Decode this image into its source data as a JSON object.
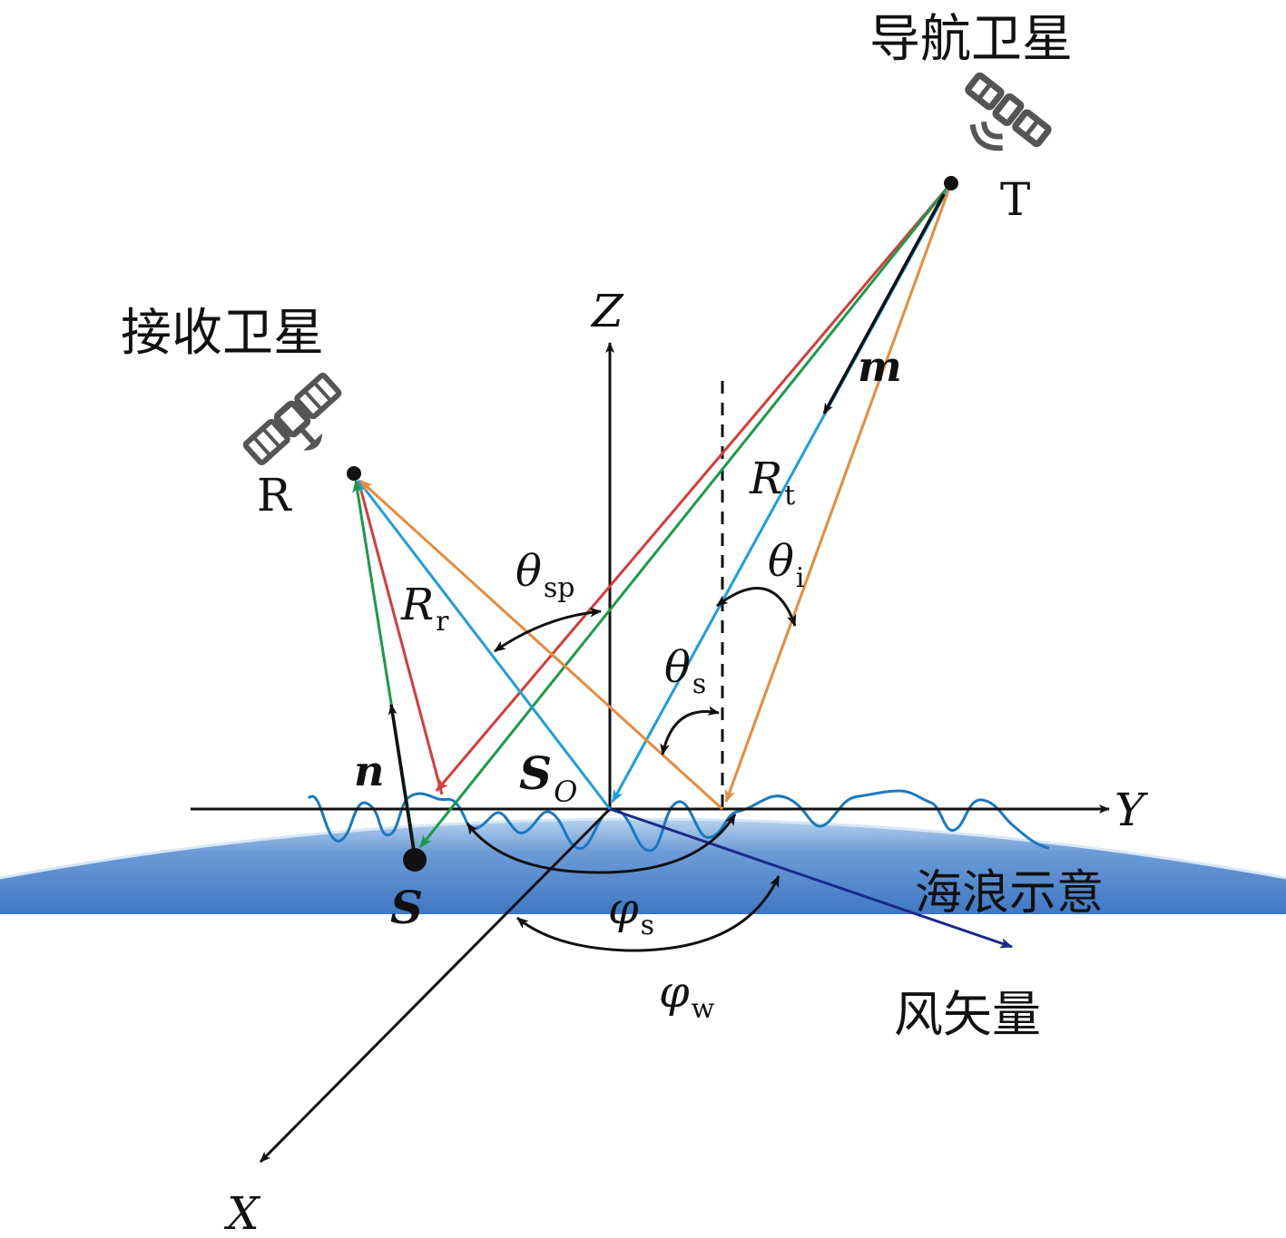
{
  "labels": {
    "nav_satellite": "导航卫星",
    "recv_satellite": "接收卫星",
    "wave_hint": "海浪示意",
    "wind_vector": "风矢量",
    "point_T": "T",
    "point_R": "R",
    "axis_z": "Z",
    "axis_y": "Y",
    "axis_x": "X",
    "vec_m": "m",
    "vec_n": "n",
    "point_S": "S",
    "point_SO_main": "S",
    "point_SO_sub": "O",
    "Rt_main": "R",
    "Rt_sub": "t",
    "Rr_main": "R",
    "Rr_sub": "r",
    "theta_i_main": "θ",
    "theta_i_sub": "i",
    "theta_s_main": "θ",
    "theta_s_sub": "s",
    "theta_sp_main": "θ",
    "theta_sp_sub": "sp",
    "phi_s_main": "φ",
    "phi_s_sub": "s",
    "phi_w_main": "φ",
    "phi_w_sub": "w"
  },
  "colors": {
    "red": "#d93a3a",
    "green": "#1a9a4a",
    "cyan": "#1aa0e0",
    "orange": "#ea8a3c",
    "wave": "#1a78c2",
    "ocean_top": "#a9c8ea",
    "ocean_bottom": "#3f78c4",
    "wind": "#1a2a8a",
    "satellite": "#555555"
  }
}
